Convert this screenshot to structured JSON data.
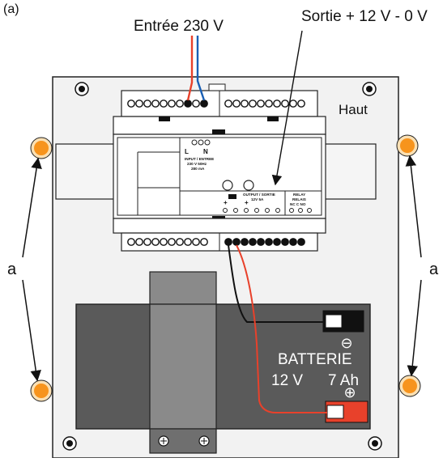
{
  "figure": {
    "panel_label": "(a)",
    "input_label": "Entrée 230 V",
    "output_label": "Sortie + 12 V - 0 V",
    "top_label": "Haut",
    "pointer_label_left": "a",
    "pointer_label_right": "a"
  },
  "module": {
    "terminal_L": "L",
    "terminal_N": "N",
    "input_text_line1": "INPUT / ENTREE",
    "input_text_line2": "230 V  50Hz",
    "input_text_line3": "280 mA",
    "output_text_line1": "OUTPUT / SORTIE",
    "output_text_line2": "12V        5A",
    "relay_text_line1": "RELAY",
    "relay_text_line2": "RELAIS",
    "relay_contacts": "NC  C  NO"
  },
  "battery": {
    "name": "BATTERIE",
    "voltage": "12 V",
    "capacity": "7 Ah",
    "minus_symbol": "⊖",
    "plus_symbol": "⊕"
  },
  "colors": {
    "wire_red": "#e8412b",
    "wire_blue": "#1a5fb4",
    "wire_black": "#111111",
    "battery_body": "#5a5a5a",
    "mount_orange": "#f7941d",
    "terminal_red": "#e8412b",
    "plate_fill": "#f2f2f2",
    "plate_stroke": "#222222"
  }
}
